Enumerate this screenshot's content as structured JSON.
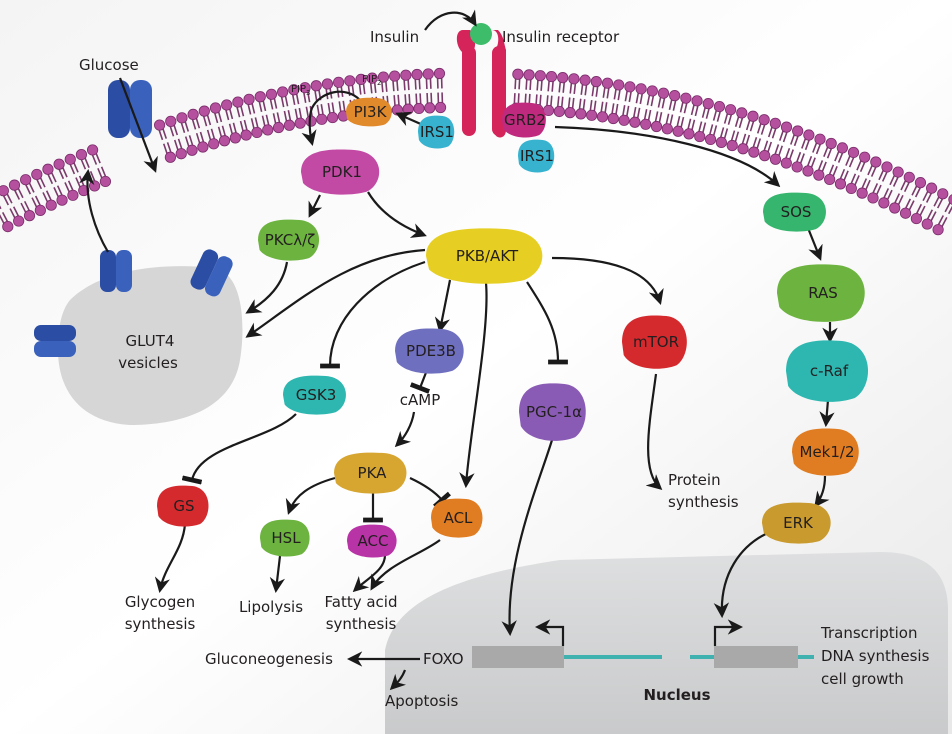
{
  "title": "Insulin signaling pathway",
  "colors": {
    "membrane_head": "#b5509f",
    "membrane_tail": "#7a3b6b",
    "receptor": "#d5245a",
    "insulin": "#3dbd6a",
    "glut": "#2b4da3",
    "dna_line": "#3fb2b0",
    "gene_box": "#a9a9a9",
    "nucleus": "#d6d7d8",
    "vesicle": "#d7d7d7"
  },
  "labels": {
    "insulin": "Insulin",
    "insulin_receptor": "Insulin receptor",
    "glucose": "Glucose",
    "pip3": "PIP",
    "pip3_sub": "3",
    "pip2": "PIP",
    "pip2_sub": "2",
    "glut4_line1": "GLUT4",
    "glut4_line2": "vesicles",
    "camp": "cAMP",
    "protein_synthesis_1": "Protein",
    "protein_synthesis_2": "synthesis",
    "glycogen_1": "Glycogen",
    "glycogen_2": "synthesis",
    "lipolysis": "Lipolysis",
    "fatty_acid_1": "Fatty acid",
    "fatty_acid_2": "synthesis",
    "gluconeogenesis": "Gluconeogenesis",
    "foxo": "FOXO",
    "apoptosis": "Apoptosis",
    "nucleus": "Nucleus",
    "transcription": "Transcription",
    "dna_synthesis": "DNA synthesis",
    "cell_growth": "cell growth"
  },
  "nodes": [
    {
      "id": "pi3k",
      "label": "PI3K",
      "color": "#e08a2c"
    },
    {
      "id": "irs1a",
      "label": "IRS1",
      "color": "#37b3cf"
    },
    {
      "id": "grb2",
      "label": "GRB2",
      "color": "#c02a7e"
    },
    {
      "id": "irs1b",
      "label": "IRS1",
      "color": "#37b3cf"
    },
    {
      "id": "pdk1",
      "label": "PDK1",
      "color": "#c24aa4"
    },
    {
      "id": "pkc",
      "label": "PKCλ/ζ",
      "color": "#6db33f"
    },
    {
      "id": "akt",
      "label": "PKB/AKT",
      "color": "#e6cf22"
    },
    {
      "id": "pde3b",
      "label": "PDE3B",
      "color": "#6f6fc0"
    },
    {
      "id": "gsk3",
      "label": "GSK3",
      "color": "#2db7b0"
    },
    {
      "id": "pgc1a",
      "label": "PGC-1α",
      "color": "#8a5bb5"
    },
    {
      "id": "mtor",
      "label": "mTOR",
      "color": "#d42a2e"
    },
    {
      "id": "pka",
      "label": "PKA",
      "color": "#d6a631"
    },
    {
      "id": "gs",
      "label": "GS",
      "color": "#d42a2e"
    },
    {
      "id": "hsl",
      "label": "HSL",
      "color": "#6db33f"
    },
    {
      "id": "acc",
      "label": "ACC",
      "color": "#b833a6"
    },
    {
      "id": "acl",
      "label": "ACL",
      "color": "#e07c22"
    },
    {
      "id": "sos",
      "label": "SOS",
      "color": "#35b56d"
    },
    {
      "id": "ras",
      "label": "RAS",
      "color": "#6db33f"
    },
    {
      "id": "craf",
      "label": "c-Raf",
      "color": "#2db7b0"
    },
    {
      "id": "mek",
      "label": "Mek1/2",
      "color": "#e07c22"
    },
    {
      "id": "erk",
      "label": "ERK",
      "color": "#c99a2e"
    }
  ]
}
